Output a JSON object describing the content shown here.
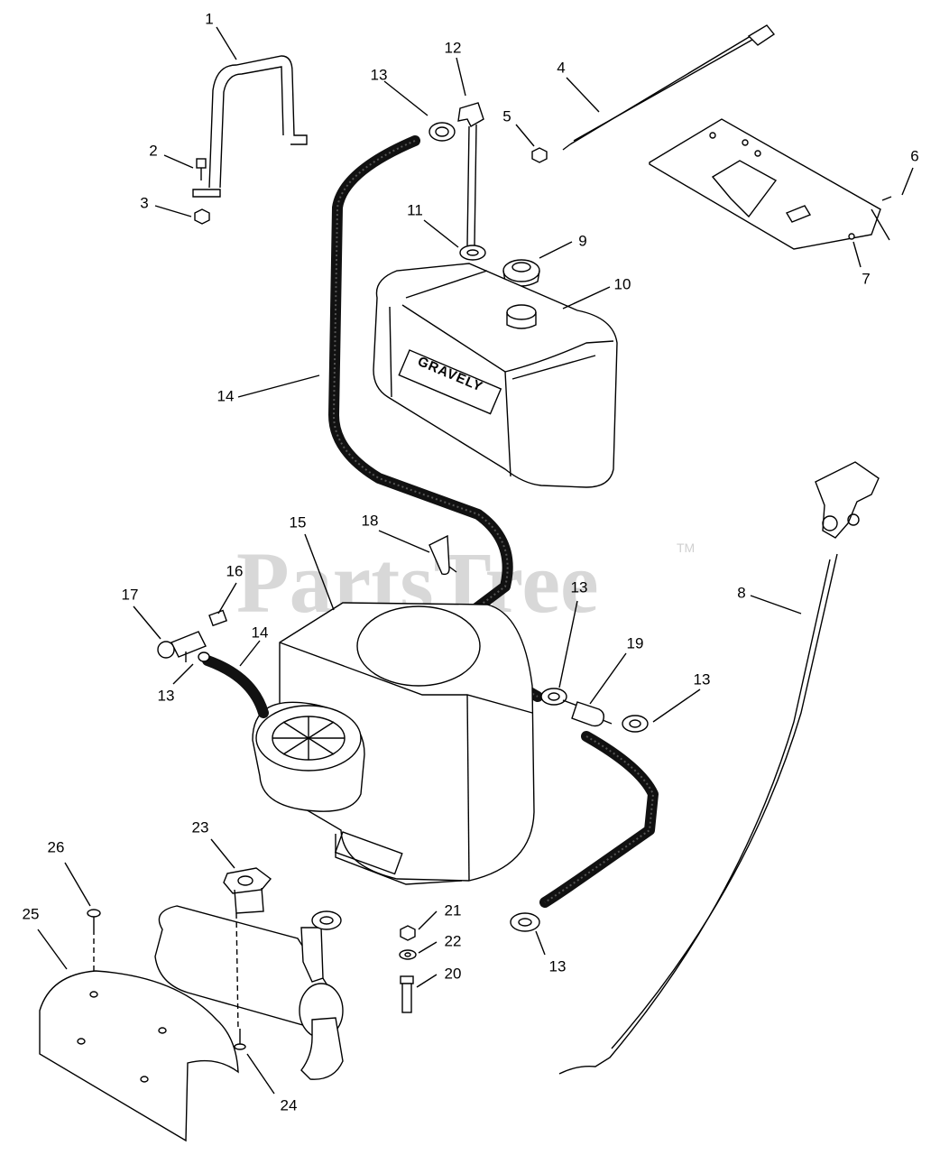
{
  "watermark": {
    "text": "PartsTree",
    "trademark": "TM"
  },
  "tank_brand": "GRAVELY",
  "callouts": [
    "1",
    "2",
    "3",
    "4",
    "5",
    "6",
    "7",
    "8",
    "9",
    "10",
    "11",
    "12",
    "13",
    "14",
    "15",
    "16",
    "17",
    "18",
    "19",
    "20",
    "21",
    "22",
    "23",
    "24",
    "25",
    "26"
  ]
}
